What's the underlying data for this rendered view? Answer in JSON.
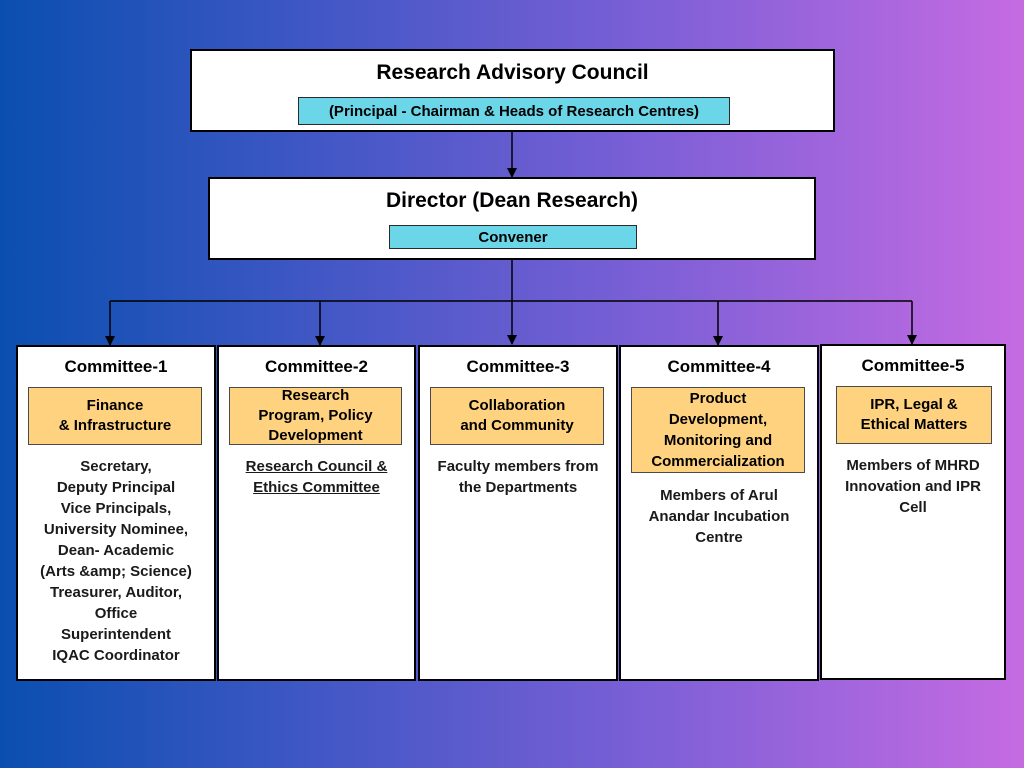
{
  "colors": {
    "tag_cyan": "#6ad6e8",
    "tag_orange": "#ffd27f",
    "box_fill": "#ffffff",
    "line": "#000000"
  },
  "council": {
    "title": "Research Advisory Council",
    "subtitle": "(Principal - Chairman & Heads of Research Centres)"
  },
  "director": {
    "title": "Director (Dean Research)",
    "role": "Convener"
  },
  "committees": [
    {
      "title": "Committee-1",
      "area": "Finance\n& Infrastructure",
      "members": "Secretary,\nDeputy Principal\nVice Principals,\nUniversity Nominee,\nDean- Academic\n(Arts &amp; Science)\nTreasurer, Auditor,\nOffice\nSuperintendent\nIQAC Coordinator"
    },
    {
      "title": "Committee-2",
      "area": "Research\nProgram, Policy\nDevelopment",
      "members": "Research Council &\nEthics Committee"
    },
    {
      "title": "Committee-3",
      "area": "Collaboration\nand Community",
      "members": "Faculty members from\nthe Departments"
    },
    {
      "title": "Committee-4",
      "area": "Product\nDevelopment,\nMonitoring and\nCommercialization",
      "members": "Members of Arul\nAnandar Incubation\nCentre"
    },
    {
      "title": "Committee-5",
      "area": "IPR, Legal &\nEthical Matters",
      "members": "Members of MHRD\nInnovation and IPR\nCell"
    }
  ]
}
